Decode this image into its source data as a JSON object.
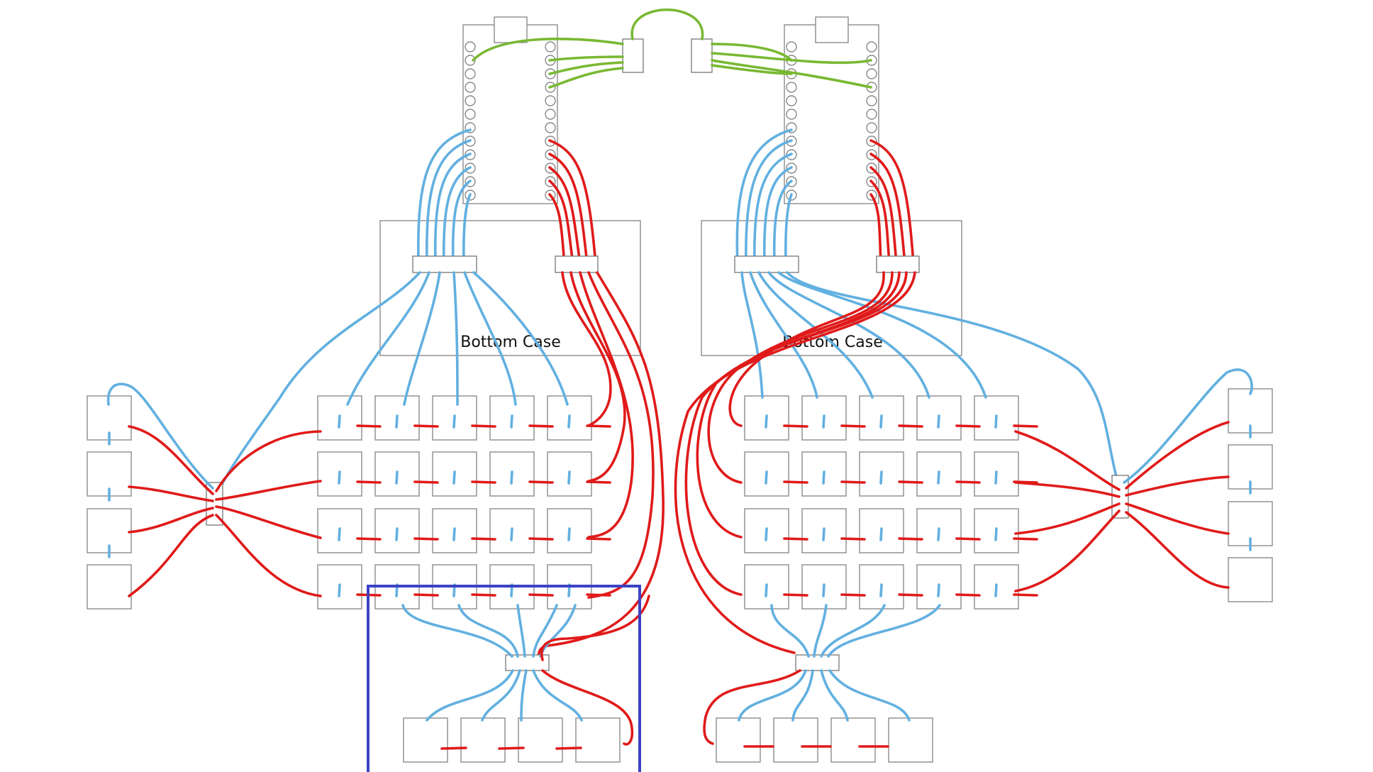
{
  "diagram": {
    "case_labels": {
      "left": "Bottom Case",
      "right": "Bottom Case"
    },
    "colors": {
      "blue_wire": "#62b0e0",
      "red_wire": "#e01a1a",
      "green_wire": "#79b832",
      "highlight": "#3d42c4",
      "outline": "#8c8c8c"
    },
    "highlight_region": "left thumb cluster"
  }
}
